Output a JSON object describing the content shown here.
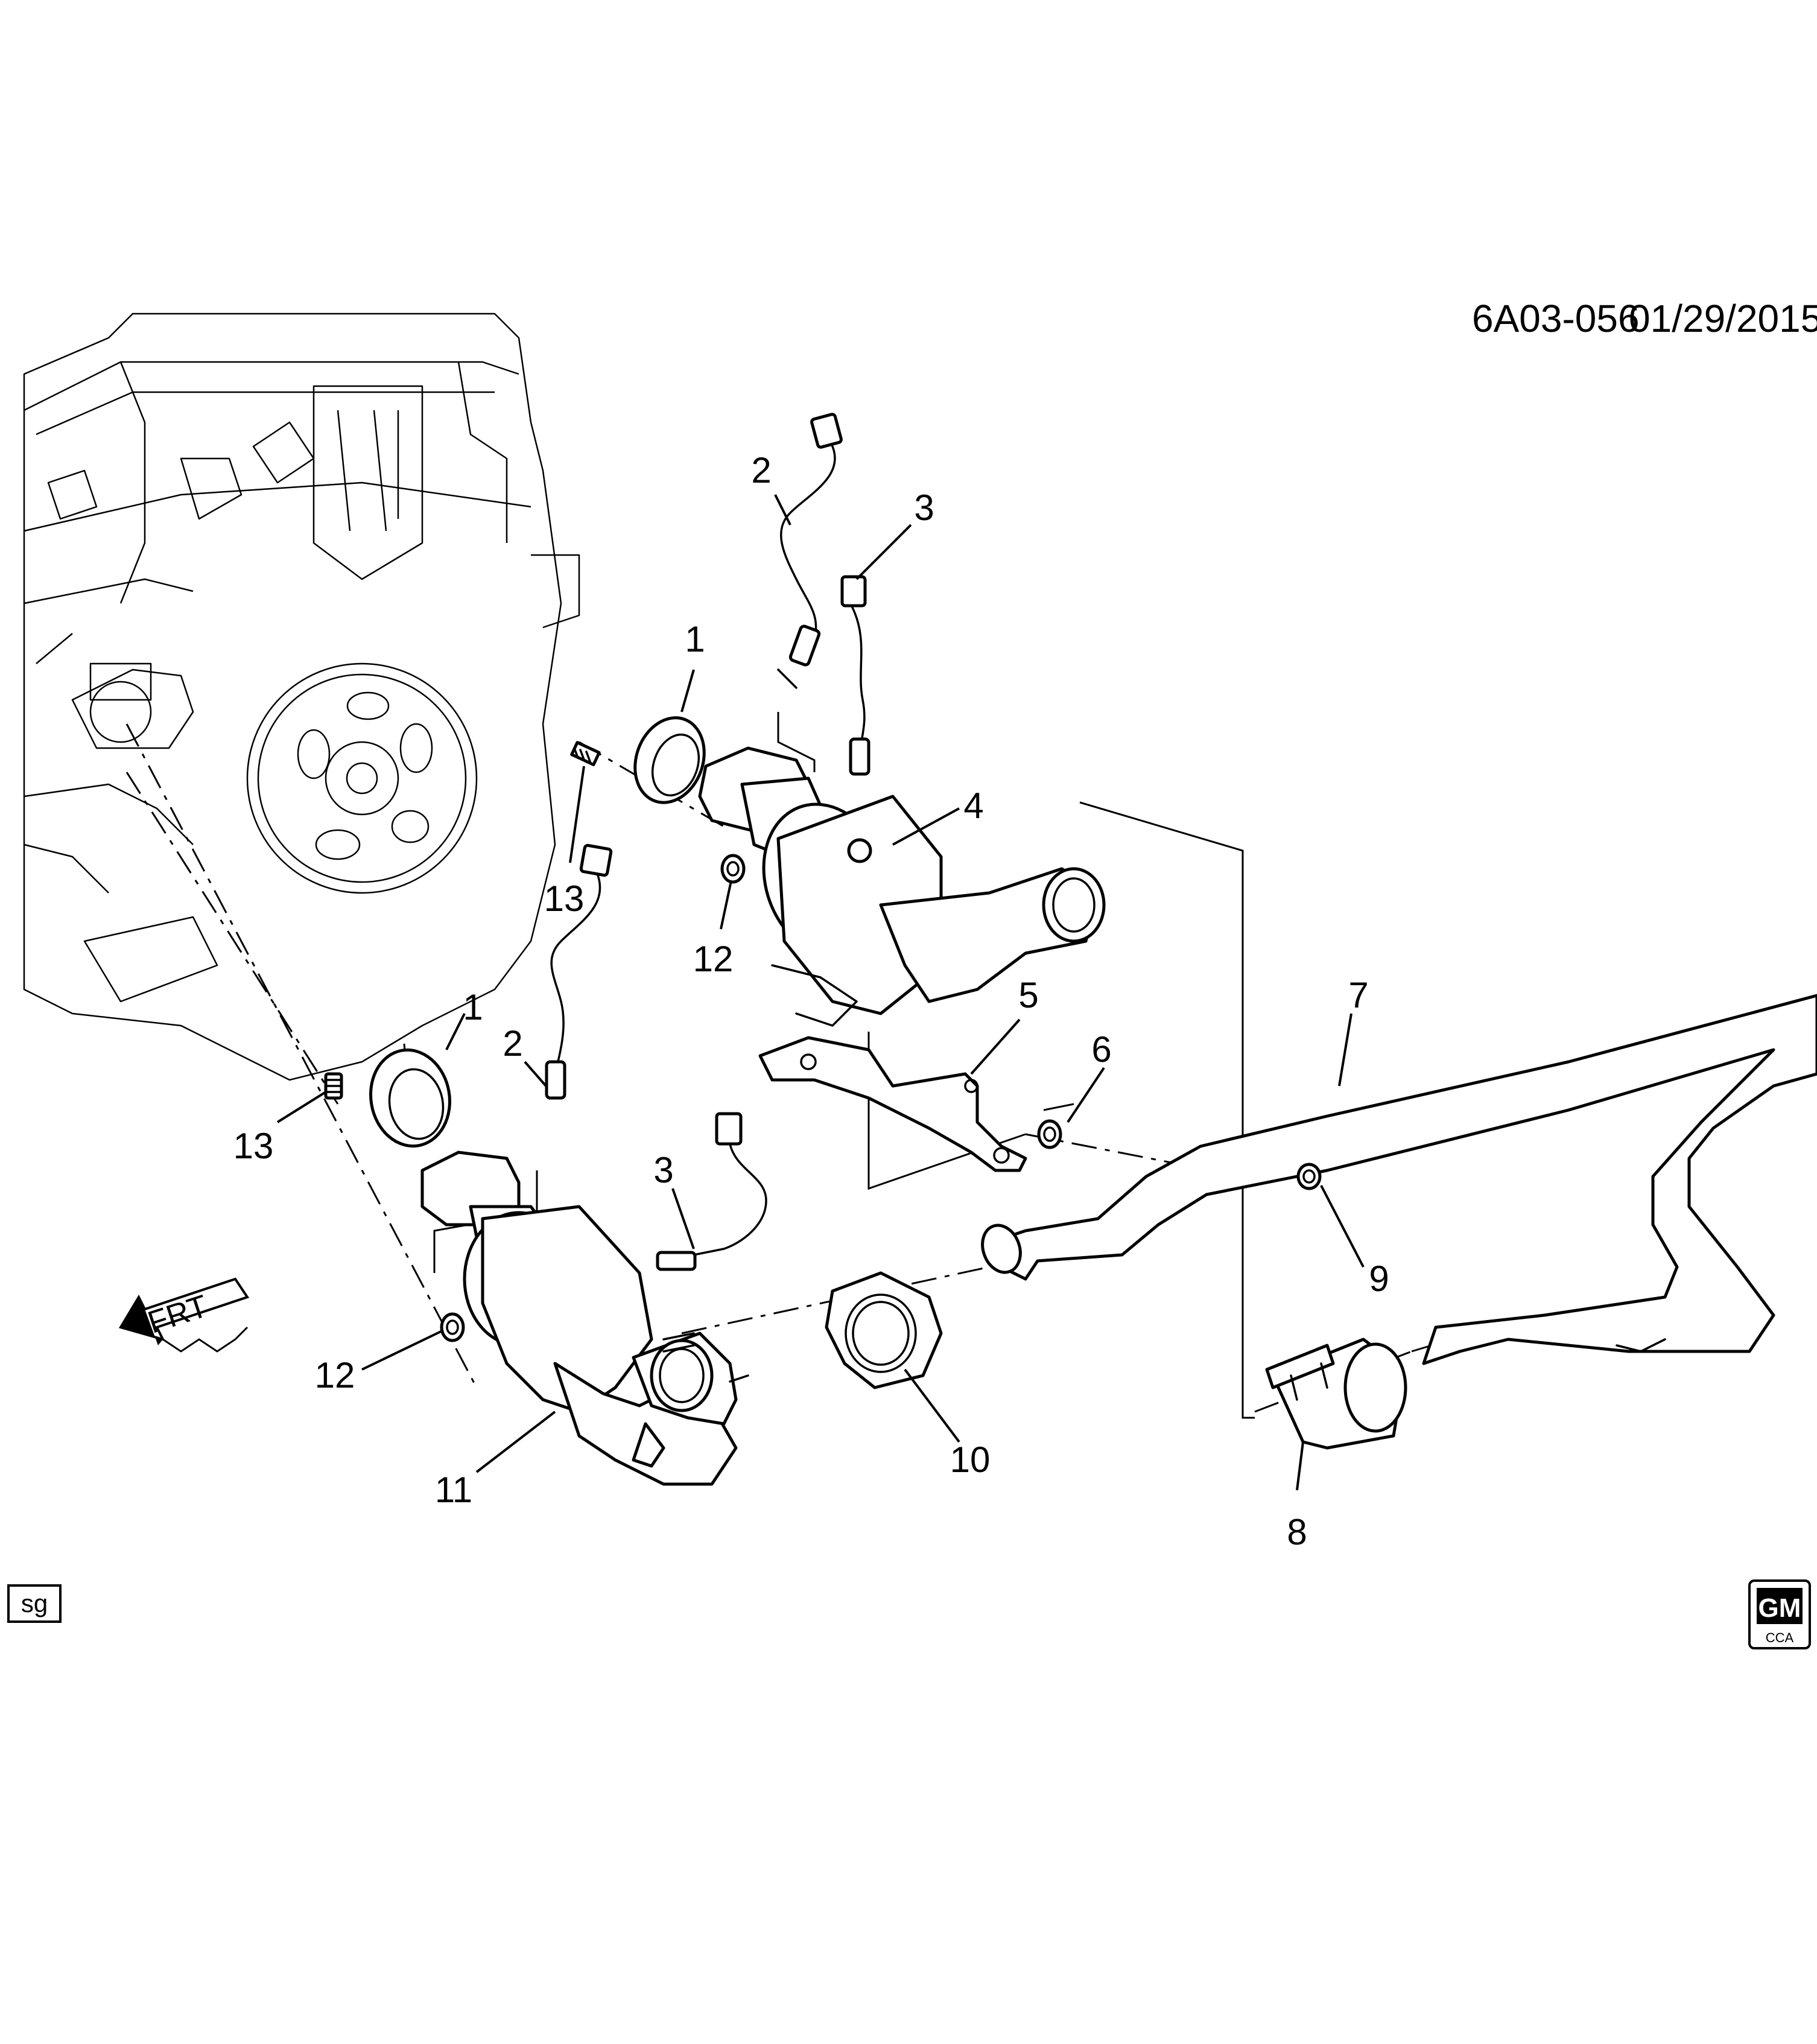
{
  "header": {
    "diagram_id": "6A03-056",
    "date": "01/29/2015"
  },
  "footer": {
    "tag": "sg",
    "logo_top": "GM",
    "logo_bottom": "CCA"
  },
  "orientation": {
    "label": "FRT"
  },
  "callouts": [
    {
      "number": "1"
    },
    {
      "number": "2"
    },
    {
      "number": "3"
    },
    {
      "number": "4"
    },
    {
      "number": "13"
    },
    {
      "number": "12"
    },
    {
      "number": "5"
    },
    {
      "number": "6"
    },
    {
      "number": "7"
    },
    {
      "number": "1"
    },
    {
      "number": "2"
    },
    {
      "number": "13"
    },
    {
      "number": "3"
    },
    {
      "number": "12"
    },
    {
      "number": "9"
    },
    {
      "number": "11"
    },
    {
      "number": "10"
    },
    {
      "number": "8"
    }
  ],
  "icons": {
    "front_arrow": "front-arrow-icon",
    "brand_logo": "gm-logo-icon",
    "engine": "engine-block-icon"
  },
  "colors": {
    "ink": "#000000",
    "paper": "#ffffff",
    "shade": "#d9d9d9"
  }
}
